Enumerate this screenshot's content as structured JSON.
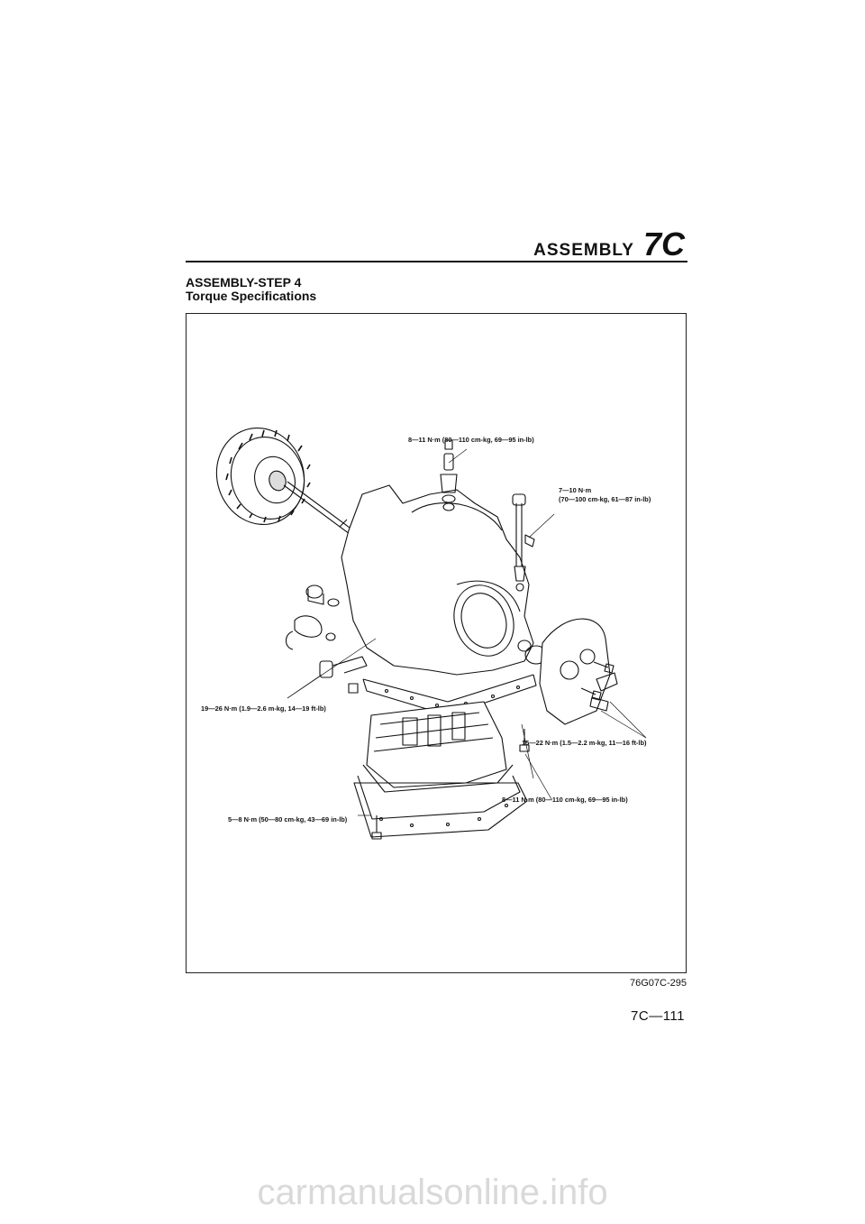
{
  "header": {
    "section_name": "ASSEMBLY",
    "section_code": "7C"
  },
  "step": {
    "title": "ASSEMBLY-STEP 4",
    "subtitle": "Torque Specifications"
  },
  "figure": {
    "callouts": {
      "top": "8—11 N·m (80—110 cm-kg, 69—95 in-lb)",
      "right_line1": "7—10 N·m",
      "right_line2": "(70—100 cm-kg, 61—87 in-lb)",
      "left": "19—26 N·m (1.9—2.6 m-kg, 14—19 ft-lb)",
      "mid_right": "15—22 N·m (1.5—2.2 m-kg, 11—16 ft-lb)",
      "lower_right": "8—11 N·m (80—110 cm-kg, 69—95 in-lb)",
      "bottom_left": "5—8 N·m (50—80 cm-kg, 43—69 in-lb)"
    },
    "code": "76G07C-295"
  },
  "page": {
    "number": "7C—111"
  },
  "watermark": "carmanualsonline.info"
}
